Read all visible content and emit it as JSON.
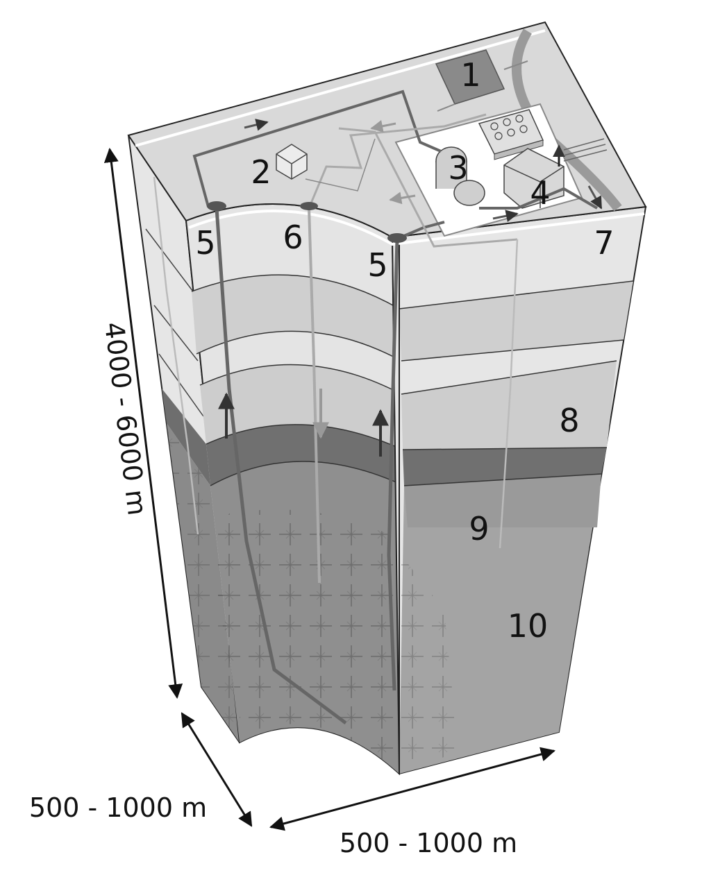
{
  "labels": {
    "l1": "1",
    "l2": "2",
    "l3": "3",
    "l4": "4",
    "l5a": "5",
    "l5b": "5",
    "l6": "6",
    "l7": "7",
    "l8": "8",
    "l9": "9",
    "l10": "10"
  },
  "dimensions": {
    "depth": "4000 - 6000 m",
    "width_left": "500 - 1000 m",
    "width_right": "500 - 1000 m"
  }
}
